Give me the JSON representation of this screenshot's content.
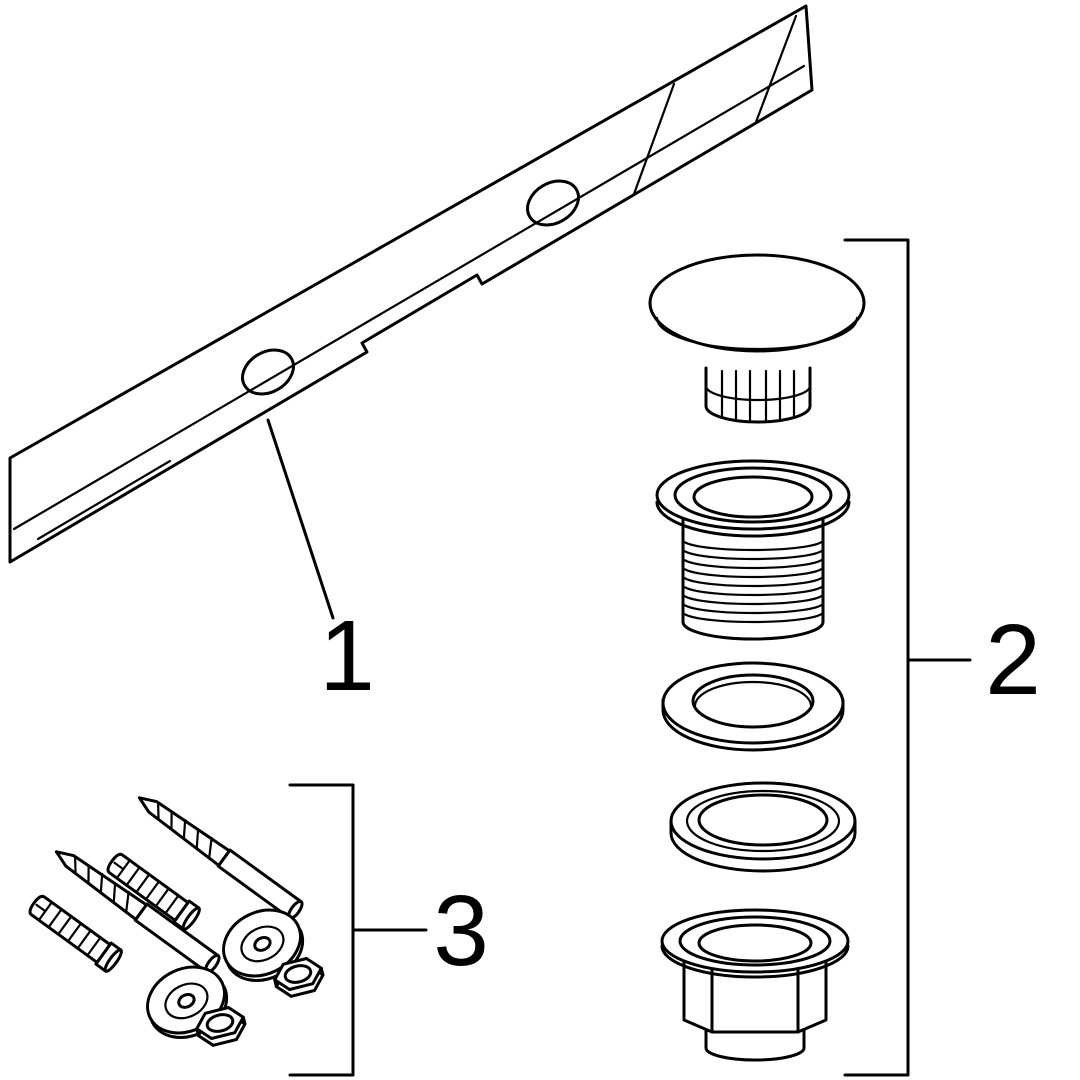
{
  "labels": {
    "part1": "1",
    "part2": "2",
    "part3": "3"
  },
  "colors": {
    "line": "#000000",
    "background": "#ffffff"
  }
}
